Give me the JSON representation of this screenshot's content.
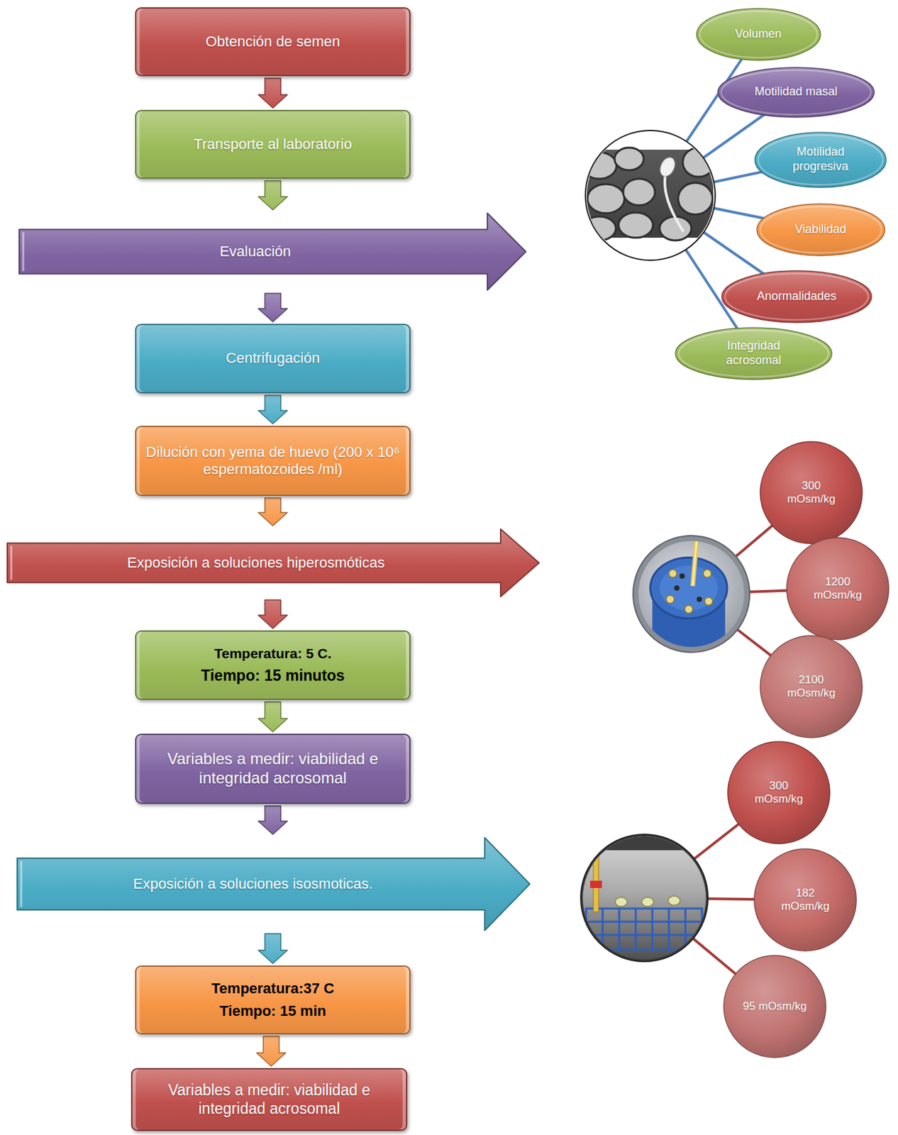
{
  "diagram": {
    "nodes": [
      {
        "text": [
          "Obtención de semen"
        ]
      },
      {
        "text": [
          "Transporte al laboratorio"
        ]
      },
      {
        "text": [
          "Evaluación"
        ]
      },
      {
        "text": [
          "Volumen"
        ]
      },
      {
        "text": [
          "Motilidad masal"
        ]
      },
      {
        "text": [
          "Motilidad progresiva"
        ]
      },
      {
        "text": [
          "Viabilidad"
        ]
      },
      {
        "text": [
          "Anormalidades"
        ]
      },
      {
        "text": [
          "Integridad acrosomal"
        ]
      },
      {
        "text": [
          "Centrifugación"
        ]
      },
      {
        "text": [
          "Dilución con yema de huevo (200 x 10⁶ espermatozoides /ml)"
        ]
      },
      {
        "text": [
          "Exposición a soluciones hiperosmóticas"
        ]
      },
      {
        "text": [
          "300 mOsm/kg"
        ]
      },
      {
        "text": [
          "1200 mOsm/kg"
        ]
      },
      {
        "text": [
          "2100 mOsm/kg"
        ]
      },
      {
        "text": [
          "Temperatura: 5 C.",
          "Tiempo: 15 minutos"
        ]
      },
      {
        "text": [
          "Variables a medir: viabilidad e integridad acrosomal"
        ]
      },
      {
        "text": [
          "Exposición a soluciones isosmoticas."
        ]
      },
      {
        "text": [
          "300 mOsm/kg"
        ]
      },
      {
        "text": [
          "182 mOsm/kg"
        ]
      },
      {
        "text": [
          "95 mOsm/kg"
        ]
      },
      {
        "text": [
          "Temperatura:37 C",
          "Tiempo: 15 min"
        ]
      },
      {
        "text": [
          "Variables a medir: viabilidad e integridad acrosomal"
        ]
      }
    ],
    "edges": [
      {
        "from": 0,
        "to": 1,
        "arrow": "to"
      },
      {
        "from": 1,
        "to": 2,
        "arrow": "to"
      },
      {
        "from": 2,
        "to": 9,
        "arrow": "to"
      },
      {
        "from": 9,
        "to": 10,
        "arrow": "to"
      },
      {
        "from": 10,
        "to": 11,
        "arrow": "to"
      },
      {
        "from": 11,
        "to": 15,
        "arrow": "to"
      },
      {
        "from": 15,
        "to": 16,
        "arrow": "to"
      },
      {
        "from": 16,
        "to": 17,
        "arrow": "to"
      },
      {
        "from": 17,
        "to": 21,
        "arrow": "to"
      },
      {
        "from": 21,
        "to": 22,
        "arrow": "to"
      }
    ]
  }
}
